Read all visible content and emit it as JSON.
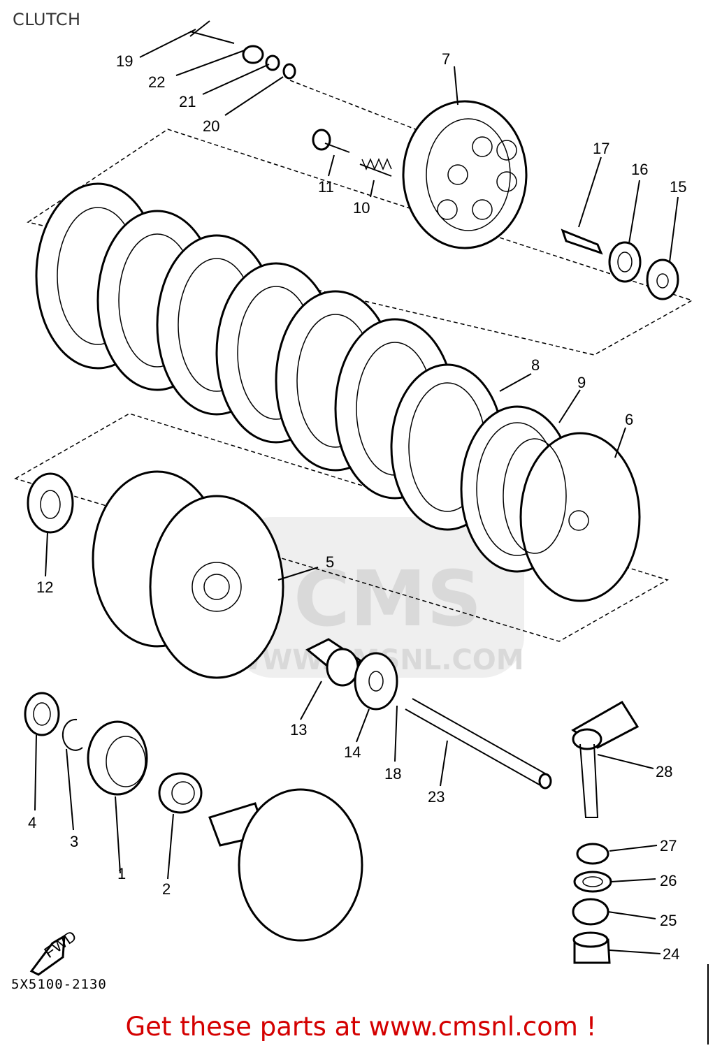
{
  "header": {
    "title": "CLUTCH"
  },
  "diagram": {
    "part_number": "5X5100-2130",
    "fwd_label": "FWD",
    "watermark": {
      "brand": "CMS",
      "url": "WWW.CMSNL.COM"
    },
    "callouts": [
      "1",
      "2",
      "3",
      "4",
      "5",
      "6",
      "7",
      "8",
      "9",
      "10",
      "11",
      "12",
      "13",
      "14",
      "15",
      "16",
      "17",
      "18",
      "19",
      "20",
      "21",
      "22",
      "23",
      "24",
      "25",
      "26",
      "27",
      "28"
    ]
  },
  "footer": {
    "promo": "Get these parts at www.cmsnl.com !"
  }
}
